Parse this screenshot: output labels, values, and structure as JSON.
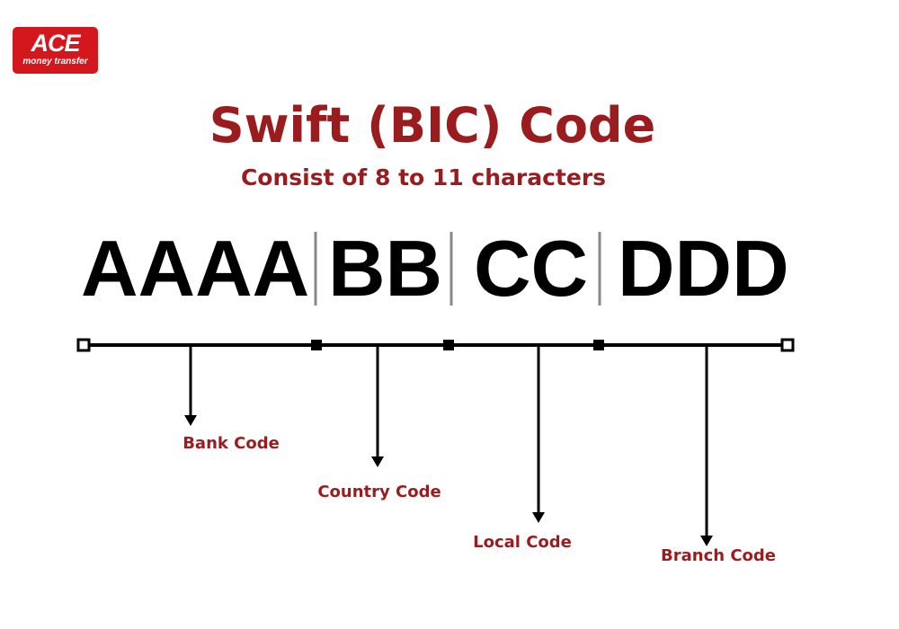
{
  "logo": {
    "brand": "ACE",
    "tagline": "money transfer"
  },
  "title": "Swift (BIC) Code",
  "subtitle": "Consist of 8 to 11 characters",
  "segments": [
    "AAAA",
    "BB",
    "CC",
    "DDD"
  ],
  "labels": [
    "Bank Code",
    "Country Code",
    "Local Code",
    "Branch Code"
  ],
  "colors": {
    "accent": "#9b1c1f",
    "logo": "#d3171d"
  }
}
